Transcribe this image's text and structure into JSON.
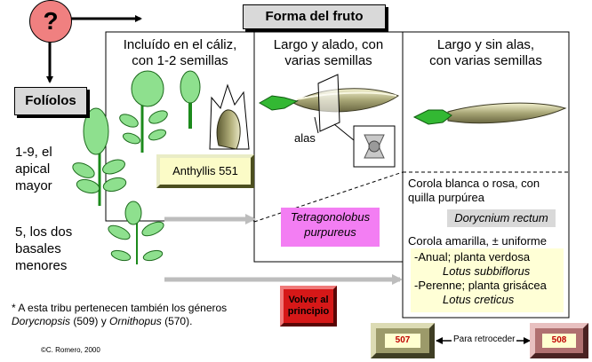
{
  "header": {
    "question_mark": "?",
    "title": "Forma del fruto"
  },
  "leaflets": {
    "label": "Folíolos",
    "option1": [
      "1-9, el",
      "apical",
      "mayor"
    ],
    "option2": [
      "5, los dos",
      "basales",
      "menores"
    ]
  },
  "columns": {
    "col1": [
      "Incluído en el cáliz,",
      "con 1-2 semillas"
    ],
    "col2": [
      "Largo y alado, con",
      "varias semillas"
    ],
    "col3": [
      "Largo y sin alas,",
      "con varias semillas"
    ]
  },
  "labels": {
    "wings": "alas"
  },
  "results": {
    "anthyllis": "Anthyllis 551",
    "tetragonolobus": [
      "Tetragonolobus",
      "purpureus"
    ],
    "corolla_white": [
      "Corola blanca o rosa, con",
      "quilla purpúrea"
    ],
    "dorycnium": "Dorycnium rectum",
    "corolla_yellow": "Corola amarilla, ± uniforme",
    "annual": "-Anual; planta verdosa",
    "lotus_sub": "Lotus subbiflorus",
    "perennial": "-Perenne; planta grisácea",
    "lotus_cre": "Lotus creticus"
  },
  "footnote": {
    "line1": "* A esta tribu pertenecen también los géneros",
    "dorycnopsis": "Dorycnopsis",
    "dorycnopsis_num": " (509) y ",
    "ornithopus": "Ornithopus",
    "ornithopus_num": " (570)."
  },
  "nav": {
    "back_home": [
      "Volver al",
      "principio"
    ],
    "prev_page": "507",
    "back_label": "Para retroceder",
    "next_page": "508"
  },
  "copyright": "©C. Romero, 2000",
  "colors": {
    "question_circle": "#f08080",
    "header_bg": "#d9d9d9",
    "anthyllis_bg": "#fbfbc7",
    "tetragonolobus_bg": "#f37ef3",
    "dorycnium_bg": "#d9d9d9",
    "lotus_bg": "#ffffd6",
    "home_button": "#d61818",
    "nav_tan": "#9c9a6a"
  }
}
